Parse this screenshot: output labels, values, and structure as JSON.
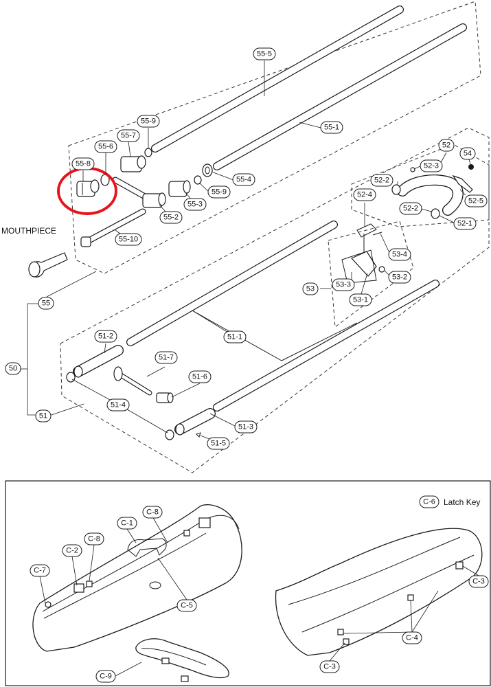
{
  "labels": {
    "l55_5": "55-5",
    "l55_1": "55-1",
    "l55_9a": "55-9",
    "l55_7": "55-7",
    "l55_6": "55-6",
    "l55_8": "55-8",
    "l55_4": "55-4",
    "l55_9b": "55-9",
    "l55_3": "55-3",
    "l55_2": "55-2",
    "l55_10": "55-10",
    "l55": "55",
    "l50": "50",
    "l51": "51",
    "l52": "52",
    "l54": "54",
    "l52_3": "52-3",
    "l52_2a": "52-2",
    "l52_5": "52-5",
    "l52_4": "52-4",
    "l52_2b": "52-2",
    "l52_1": "52-1",
    "l53_4": "53-4",
    "l53": "53",
    "l53_3": "53-3",
    "l53_2": "53-2",
    "l53_1": "53-1",
    "l51_1": "51-1",
    "l51_2": "51-2",
    "l51_7": "51-7",
    "l51_6": "51-6",
    "l51_4": "51-4",
    "l51_3": "51-3",
    "l51_5": "51-5",
    "lC6": "C-6",
    "lC8a": "C-8",
    "lC1": "C-1",
    "lC8b": "C-8",
    "lC2": "C-2",
    "lC7": "C-7",
    "lC5": "C-5",
    "lC3a": "C-3",
    "lC4": "C-4",
    "lC3b": "C-3",
    "lC9": "C-9"
  },
  "text": {
    "mouthpiece": "MOUTHPIECE",
    "latch_key": "Latch Key"
  },
  "colors": {
    "highlight": "#e8141b",
    "ink": "#1a1a1a"
  }
}
